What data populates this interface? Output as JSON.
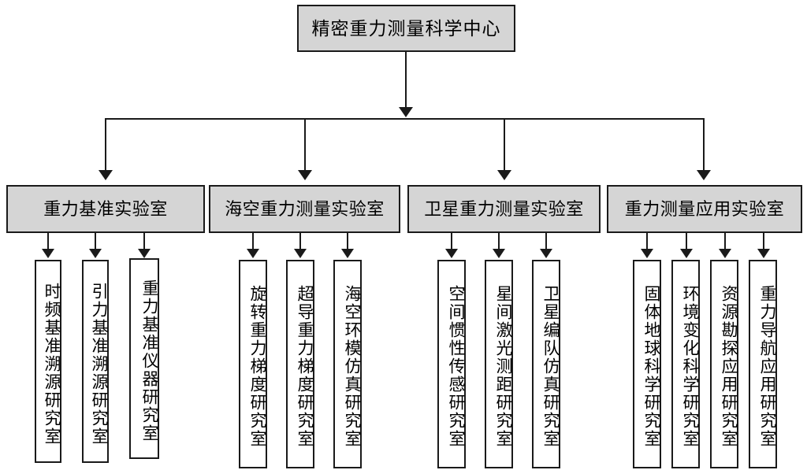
{
  "diagram": {
    "title": "精密重力测量科学中心",
    "root": {
      "label": "精密重力测量科学中心"
    },
    "groups": [
      {
        "label": "重力基准实验室",
        "children": [
          {
            "label": "时频基准溯源研究室"
          },
          {
            "label": "引力基准溯源研究室"
          },
          {
            "label": "重力基准仪器研究室"
          }
        ]
      },
      {
        "label": "海空重力测量实验室",
        "children": [
          {
            "label": "旋转重力梯度研究室"
          },
          {
            "label": "超导重力梯度研究室"
          },
          {
            "label": "海空环模仿真研究室"
          }
        ]
      },
      {
        "label": "卫星重力测量实验室",
        "children": [
          {
            "label": "空间惯性传感研究室"
          },
          {
            "label": "星间激光测距研究室"
          },
          {
            "label": "卫星编队仿真研究室"
          }
        ]
      },
      {
        "label": "重力测量应用实验室",
        "children": [
          {
            "label": "固体地球科学研究室"
          },
          {
            "label": "环境变化科学研究室"
          },
          {
            "label": "资源勘探应用研究室"
          },
          {
            "label": "重力导航应用研究室"
          }
        ]
      }
    ],
    "colors": {
      "box_fill": "#d5d5d5",
      "leaf_fill": "#ffffff",
      "border": "#1a1a1a",
      "background": "#ffffff"
    }
  }
}
